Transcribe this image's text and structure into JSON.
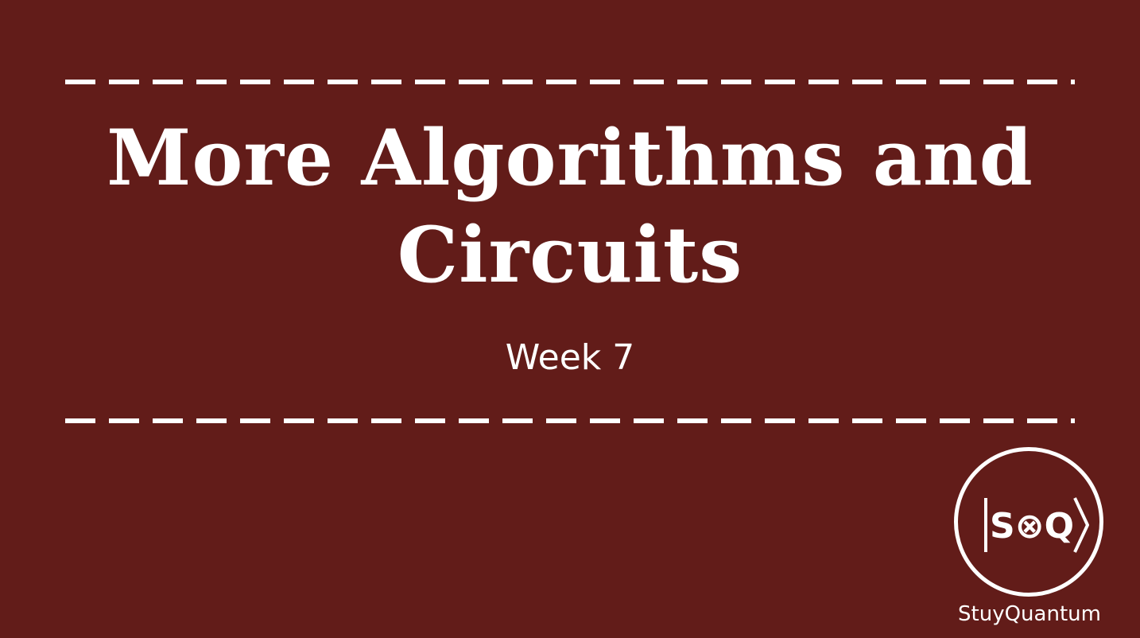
{
  "slide": {
    "title_line1": "More Algorithms and",
    "title_line2": "Circuits",
    "subtitle": "Week 7"
  },
  "logo": {
    "mark_text": "S⊗Q",
    "name": "StuyQuantum"
  },
  "colors": {
    "background": "#621c19",
    "foreground": "#ffffff"
  }
}
